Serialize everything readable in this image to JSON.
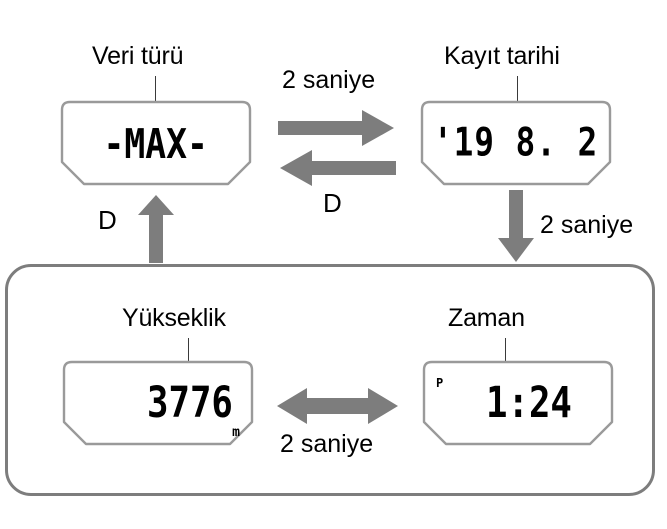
{
  "diagram": {
    "type": "state-flow",
    "title_present": false,
    "colors": {
      "arrow": "#7d7d7d",
      "lcd_border": "#9a9a9a",
      "group_border": "#7d7d7d",
      "text": "#000000",
      "background": "#ffffff"
    }
  },
  "displays": [
    {
      "id": "data-type",
      "caption": "Veri türü",
      "screen_value": "-MAX-",
      "indicator": "",
      "unit": ""
    },
    {
      "id": "record-date",
      "caption": "Kayıt tarihi",
      "screen_value": "'19 8. 2",
      "indicator": "",
      "unit": ""
    },
    {
      "id": "altitude",
      "caption": "Yükseklik",
      "screen_value": "3776",
      "indicator": "",
      "unit": "m"
    },
    {
      "id": "time",
      "caption": "Zaman",
      "screen_value": "1:24",
      "indicator": "P",
      "unit": ""
    }
  ],
  "transitions": [
    {
      "id": "top-right",
      "label": "2 saniye",
      "direction": "right"
    },
    {
      "id": "top-left",
      "label": "D",
      "direction": "left"
    },
    {
      "id": "up-left",
      "label": "D",
      "direction": "up"
    },
    {
      "id": "down-right",
      "label": "2 saniye",
      "direction": "down"
    },
    {
      "id": "bottom-both",
      "label": "2 saniye",
      "direction": "both"
    }
  ]
}
